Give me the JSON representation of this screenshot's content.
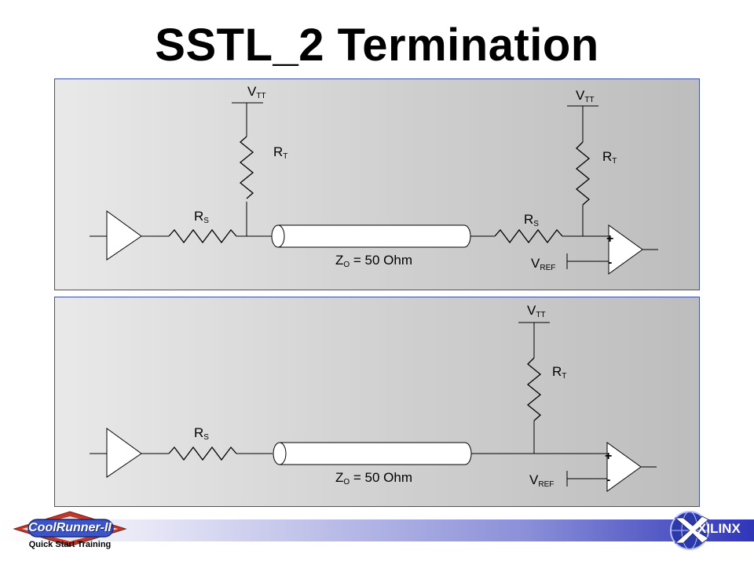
{
  "title": "SSTL_2 Termination",
  "labels": {
    "vtt_main": "V",
    "vtt_sub": "TT",
    "rt_main": "R",
    "rt_sub": "T",
    "rs_main": "R",
    "rs_sub": "S",
    "vref_main": "V",
    "vref_sub": "REF",
    "zo_main": "Z",
    "zo_sub": "O",
    "zo_value": " = 50 Ohm",
    "plus": "+",
    "minus": "-"
  },
  "footer": {
    "coolrunner_logo": "CoolRunner-II",
    "tagline": "Quick Start Training",
    "xilinx_logo": "XILINX"
  },
  "colors": {
    "panel_border": "#3a4fb0",
    "footer_gradient_end": "#2f35b8",
    "coolrunner_badge": "#c0392b"
  }
}
